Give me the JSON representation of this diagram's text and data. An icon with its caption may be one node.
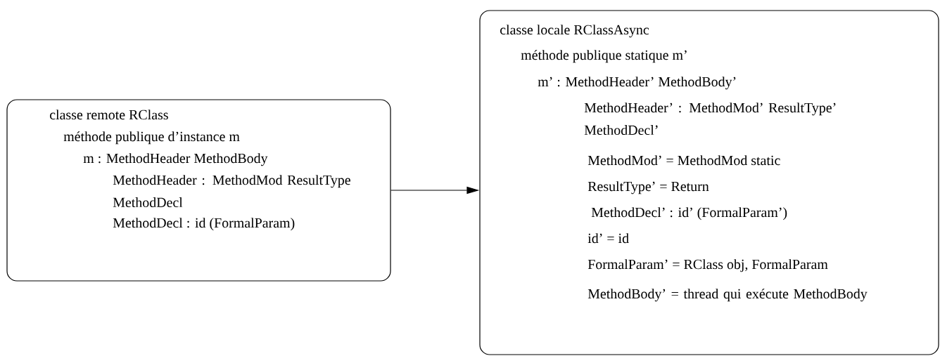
{
  "diagram": {
    "nodes": [
      {
        "text": [
          "classe remote RClass",
          "méthode publique d’instance m",
          "m : MethodHeader MethodBody",
          "MethodHeader : MethodMod ResultType MethodDecl",
          "MethodDecl : id (FormalParam)"
        ]
      },
      {
        "text": [
          "classe locale RClassAsync",
          "méthode publique statique m’",
          "m’ :   MethodHeader’ MethodBody’",
          "MethodHeader’ : MethodMod’ ResultType’ MethodDecl’",
          "MethodMod’ = MethodMod static",
          "ResultType’ = Return",
          "MethodDecl’ : id’ (FormalParam’)",
          "id’ = id",
          "FormalParam’ = RClass obj, FormalParam",
          "MethodBody’ = thread qui exécute MethodBody"
        ]
      }
    ],
    "edges": [
      {
        "from": 0,
        "to": 1,
        "arrow": "to"
      }
    ]
  }
}
